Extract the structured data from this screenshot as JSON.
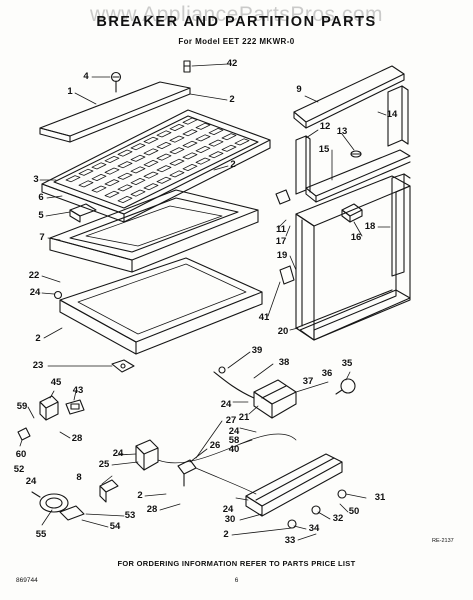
{
  "watermark": "www.AppliancePartsPros.com",
  "title": "BREAKER AND PARTITION PARTS",
  "subtitle": "For Model EET 222 MKWR-0",
  "callouts": {
    "c2a": "2",
    "c2b": "2",
    "c2c": "2",
    "c2d": "2",
    "c3": "3",
    "c4": "4",
    "c5": "5",
    "c6": "6",
    "c7": "7",
    "c8": "8",
    "c9": "9",
    "c11": "11",
    "c12": "12",
    "c13": "13",
    "c14": "14",
    "c15": "15",
    "c16": "16",
    "c17": "17",
    "c18": "18",
    "c19": "19",
    "c20": "20",
    "c21": "21",
    "c22": "22",
    "c23": "23",
    "c24a": "24",
    "c24b": "24",
    "c24c": "24",
    "c24d": "24",
    "c24e": "24",
    "c24f": "24",
    "c25": "25",
    "c26": "26",
    "c27": "27",
    "c28a": "28",
    "c28b": "28",
    "c30": "30",
    "c31": "31",
    "c32": "32",
    "c33": "33",
    "c34": "34",
    "c35": "35",
    "c36": "36",
    "c37": "37",
    "c38": "38",
    "c39": "39",
    "c40": "40",
    "c41": "41",
    "c42": "42",
    "c43": "43",
    "c45": "45",
    "c50": "50",
    "c52": "52",
    "c53": "53",
    "c54": "54",
    "c55": "55",
    "c58": "58",
    "c59": "59",
    "c60": "60"
  },
  "footer_note": "FOR ORDERING INFORMATION REFER TO PARTS PRICE LIST",
  "doc_number": "869744",
  "page_number": "6",
  "figure_code": "RE-2137"
}
